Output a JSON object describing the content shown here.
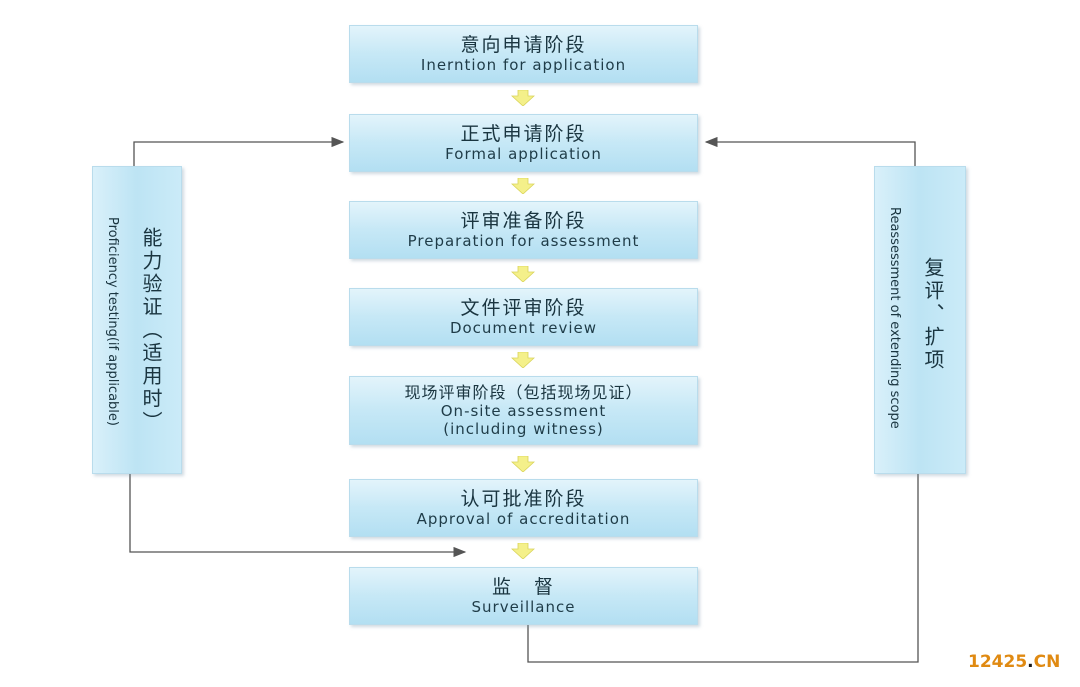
{
  "stages": [
    {
      "cn": "意向申请阶段",
      "en": "Inerntion for application"
    },
    {
      "cn": "正式申请阶段",
      "en": "Formal application"
    },
    {
      "cn": "评审准备阶段",
      "en": "Preparation for assessment"
    },
    {
      "cn": "文件评审阶段",
      "en": "Document review"
    },
    {
      "cn": "现场评审阶段（包括现场见证）",
      "en": "On-site assessment",
      "en2": "(including witness)"
    },
    {
      "cn": "认可批准阶段",
      "en": "Approval of accreditation"
    },
    {
      "cn": "监　督",
      "en": "Surveillance"
    }
  ],
  "left_box": {
    "cn": "能力验证（适用时）",
    "en": "Proficiency testing(if applicable)"
  },
  "right_box": {
    "cn": "复评、扩项",
    "en": "Reassessment of extending scope"
  },
  "watermark": {
    "main": "12425",
    "dot": ".",
    "suffix": "CN"
  },
  "colors": {
    "box_fill": "#c6e8f6",
    "box_border": "#b9dcec",
    "arrow_fill": "#f4f08a",
    "line": "#555555",
    "watermark": "#e08a12"
  }
}
